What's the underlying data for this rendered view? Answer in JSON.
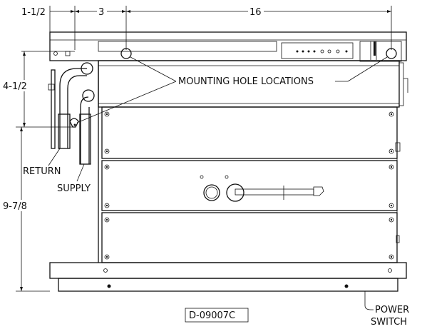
{
  "dimensions": {
    "top_left": "1-1/2",
    "top_mid": "3",
    "top_right": "16",
    "left_upper": "4-1/2",
    "left_lower": "9-7/8"
  },
  "labels": {
    "mounting_holes": "MOUNTING HOLE LOCATIONS",
    "return": "RETURN",
    "supply": "SUPPLY",
    "power_switch_line1": "POWER",
    "power_switch_line2": "SWITCH"
  },
  "drawing_number": "D-09007C"
}
